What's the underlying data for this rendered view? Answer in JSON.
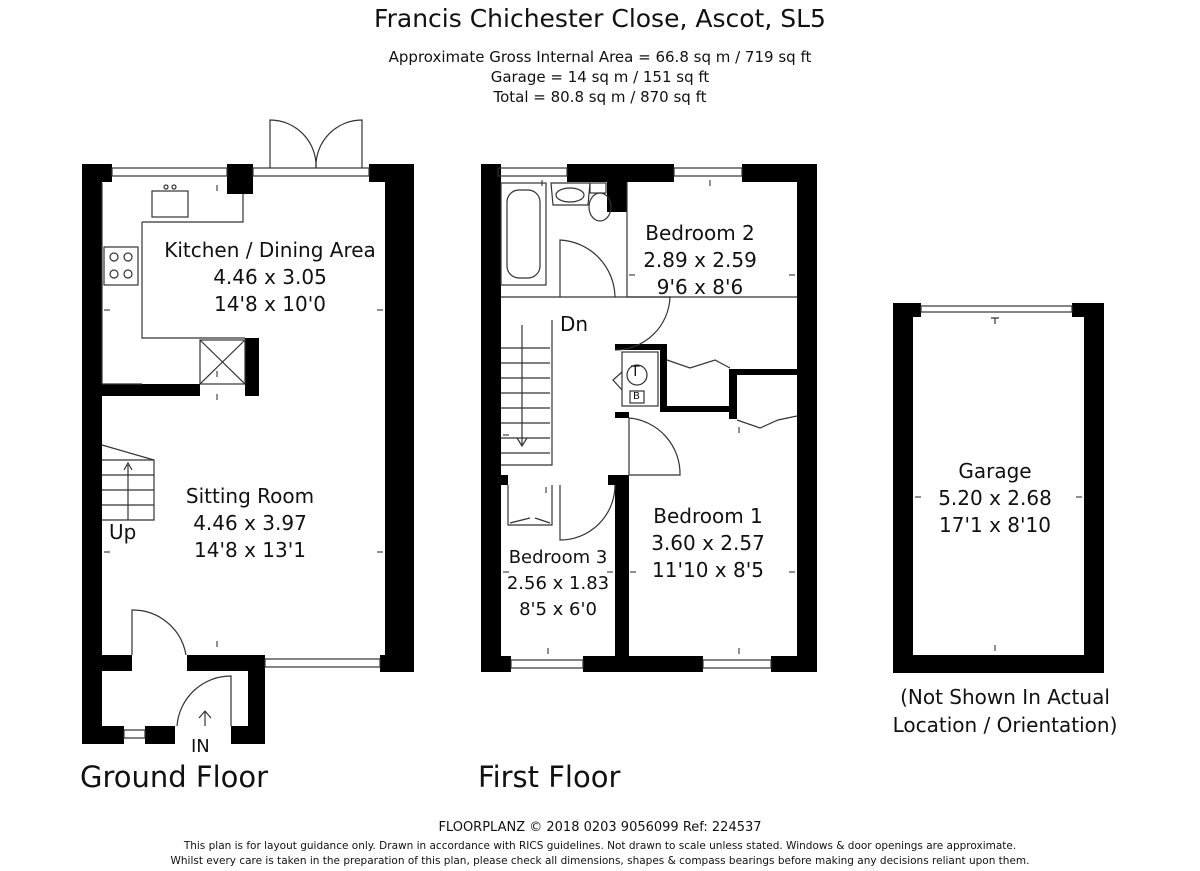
{
  "header": {
    "title": "Francis Chichester Close, Ascot, SL5",
    "area_lines": [
      "Approximate Gross Internal Area = 66.8 sq m / 719 sq ft",
      "Garage = 14 sq m / 151 sq ft",
      "Total = 80.8 sq m / 870 sq ft"
    ]
  },
  "rooms": {
    "kitchen": {
      "name": "Kitchen / Dining Area",
      "metric": "4.46 x 3.05",
      "imperial": "14'8 x 10'0"
    },
    "sitting": {
      "name": "Sitting Room",
      "metric": "4.46 x 3.97",
      "imperial": "14'8 x 13'1"
    },
    "bedroom1": {
      "name": "Bedroom 1",
      "metric": "3.60 x 2.57",
      "imperial": "11'10 x 8'5"
    },
    "bedroom2": {
      "name": "Bedroom 2",
      "metric": "2.89 x 2.59",
      "imperial": "9'6 x 8'6"
    },
    "bedroom3": {
      "name": "Bedroom 3",
      "metric": "2.56 x 1.83",
      "imperial": "8'5 x 6'0"
    },
    "garage": {
      "name": "Garage",
      "metric": "5.20 x 2.68",
      "imperial": "17'1 x 8'10"
    }
  },
  "markers": {
    "up": "Up",
    "down": "Dn",
    "entrance": "IN",
    "tank": "T",
    "boiler": "B"
  },
  "floors": {
    "ground": "Ground Floor",
    "first": "First Floor"
  },
  "garage_note": [
    "(Not Shown In Actual",
    "Location / Orientation)"
  ],
  "footer": {
    "brand": "FLOORPLANZ © 2018   0203 9056099   Ref: 224537",
    "disclaimer": [
      "This plan is for layout guidance only. Drawn in accordance with RICS guidelines. Not drawn to scale unless stated. Windows & door openings are approximate.",
      "Whilst every care is taken in the preparation of this plan, please check all dimensions, shapes & compass bearings before making any decisions reliant upon them."
    ]
  },
  "colors": {
    "wall": "#000000",
    "fixture_line": "#333333",
    "background": "#ffffff"
  }
}
